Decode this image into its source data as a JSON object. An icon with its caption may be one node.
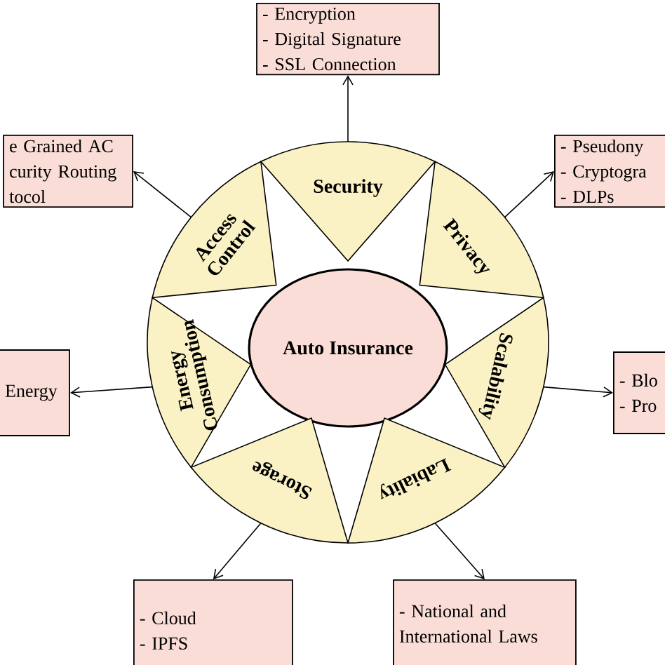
{
  "diagram": {
    "nodes": [
      {
        "text": [
          "Auto Insurance"
        ]
      },
      {
        "text": [
          "Security"
        ]
      },
      {
        "text": [
          "Privacy"
        ]
      },
      {
        "text": [
          "Scalability"
        ]
      },
      {
        "text": [
          "Labiality"
        ]
      },
      {
        "text": [
          "Storage"
        ]
      },
      {
        "text": [
          "Energy Consumption"
        ]
      },
      {
        "text": [
          "Access Control"
        ]
      },
      {
        "text": [
          "- Encryption",
          "- Digital Signature",
          "- SSL Connection"
        ]
      },
      {
        "text": [
          "- Pseudony",
          "- Cryptogra",
          "- DLPs"
        ]
      },
      {
        "text": [
          "- Blo",
          "- Pro"
        ]
      },
      {
        "text": [
          "- National and International Laws"
        ]
      },
      {
        "text": [
          "- Cloud",
          "- IPFS"
        ]
      },
      {
        "text": [
          "Energy"
        ]
      },
      {
        "text": [
          "e Grained AC",
          "curity Routing",
          "tocol"
        ]
      }
    ],
    "edges": [
      {
        "from": 1,
        "to": 8,
        "arrow": "to"
      },
      {
        "from": 2,
        "to": 9,
        "arrow": "to"
      },
      {
        "from": 3,
        "to": 10,
        "arrow": "to"
      },
      {
        "from": 4,
        "to": 11,
        "arrow": "to"
      },
      {
        "from": 5,
        "to": 12,
        "arrow": "to"
      },
      {
        "from": 6,
        "to": 13,
        "arrow": "to"
      },
      {
        "from": 7,
        "to": 14,
        "arrow": "to"
      }
    ]
  }
}
